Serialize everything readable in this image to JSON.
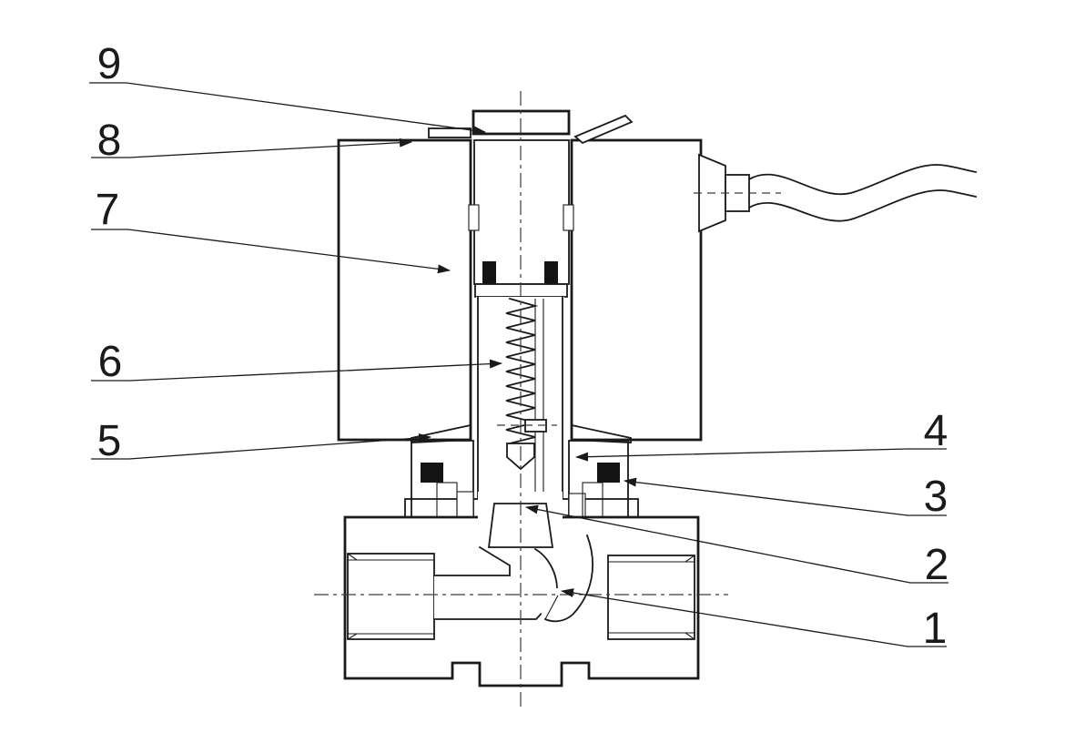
{
  "figure": {
    "description": "Cross-section line drawing of a solenoid valve with numbered part callouts",
    "background": "#ffffff",
    "line_color": "#1a1a1a",
    "callout_total": "9"
  },
  "callouts": {
    "left": [
      {
        "label": "9"
      },
      {
        "label": "8"
      },
      {
        "label": "7"
      },
      {
        "label": "6"
      },
      {
        "label": "5"
      }
    ],
    "right": [
      {
        "label": "4"
      },
      {
        "label": "3"
      },
      {
        "label": "2"
      },
      {
        "label": "1"
      }
    ]
  }
}
